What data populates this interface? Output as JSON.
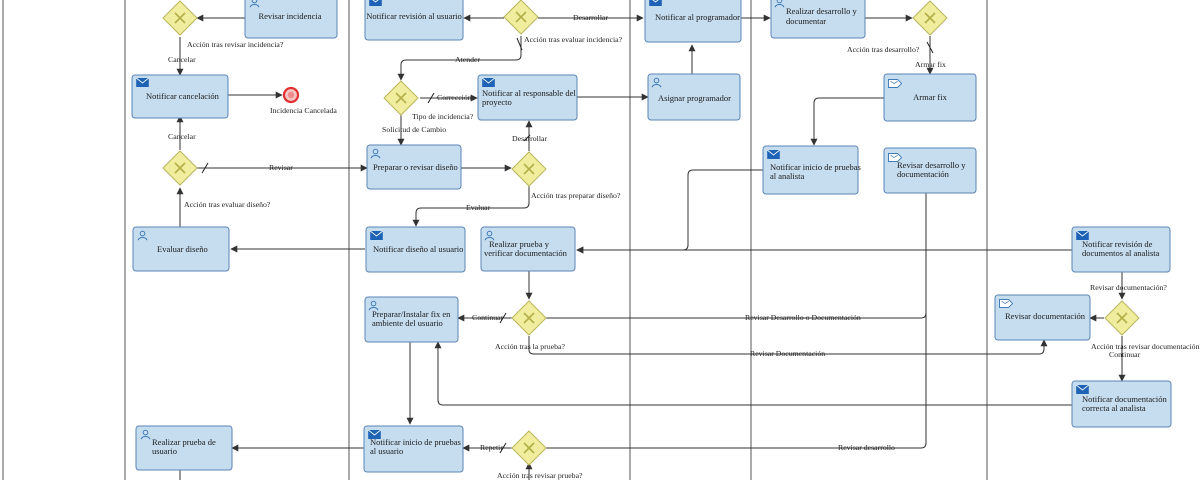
{
  "tasks": {
    "revisar_incidencia": "Revisar incidencia",
    "notificar_revision_usuario": "Notificar revisión al usuario",
    "notificar_programador": "Notificar al programador",
    "realizar_desarrollo_1": "Realizar desarrollo y",
    "realizar_desarrollo_2": "documentar",
    "notificar_cancelacion": "Notificar cancelación",
    "notificar_responsable_1": "Notificar al responsable del",
    "notificar_responsable_2": "proyecto",
    "asignar_programador": "Asignar programador",
    "armar_fix": "Armar fix",
    "preparar_disenio": "Preparar o revisar diseño",
    "notificar_inicio_analista_1": "Notificar inicio de pruebas",
    "notificar_inicio_analista_2": "al analista",
    "revisar_desarrollo_1": "Revisar desarrollo y",
    "revisar_desarrollo_2": "documentación",
    "evaluar_disenio": "Evaluar diseño",
    "notificar_disenio_usuario": "Notificar diseño al usuario",
    "realizar_prueba_verificar_1": "Realizar prueba y",
    "realizar_prueba_verificar_2": "verificar documentación",
    "notificar_revision_docs_1": "Notificar revisión de",
    "notificar_revision_docs_2": "documentos al analista",
    "preparar_fix_1": "Preparar/Instalar fix en",
    "preparar_fix_2": "ambiente del usuario",
    "revisar_documentacion": "Revisar documentación",
    "notificar_doc_correcta_1": "Notificar documentación",
    "notificar_doc_correcta_2": "correcta al analista",
    "realizar_prueba_usuario_1": "Realizar prueba de",
    "realizar_prueba_usuario_2": "usuario",
    "notificar_inicio_usuario_1": "Notificar inicio de pruebas",
    "notificar_inicio_usuario_2": "al usuario"
  },
  "labels": {
    "accion_revisar_incidencia": "Acción tras  revisar incidencia?",
    "cancelar_1": "Cancelar",
    "cancelar_2": "Cancelar",
    "incidencia_cancelada": "Incidencia Cancelada",
    "desarrollar_1": "Desarrollar",
    "accion_evaluar_incidencia": "Acción tras  evaluar incidencia?",
    "atender": "Atender",
    "correccion": "Corrección",
    "tipo_incidencia": "Tipo de incidencia?",
    "solicitud_cambio": "Solicitud de Cambio",
    "desarrollar_2": "Desarrollar",
    "accion_desarrollo": "Acción tras desarrollo?",
    "armar_fix_flow": "Armar fix",
    "revisar": "Revisar",
    "accion_preparar_disenio": "Acción tras preparar diseño?",
    "accion_evaluar_disenio": "Acción tras evaluar diseño?",
    "evaluar": "Evaluar",
    "revisar_documentacion_q": "Revisar documentación?",
    "continuar_1": "Continuar",
    "revisar_desarrollo_o_doc": "Revisar Desarrollo o Documentación",
    "accion_prueba": "Acción tras la prueba?",
    "revisar_documentacion_flow": "Revisar Documentación",
    "accion_revisar_documentacion": "Acción  tras revisar  documentación?",
    "continuar_2": "Continuar",
    "repetir": "Repetir",
    "revisar_desarrollo_flow": "Revisar desarrollo",
    "accion_revisar_prueba": "Acción tras revisar prueba?"
  },
  "colors": {
    "task_fill": "#c6ddef",
    "task_stroke": "#5b86b5",
    "gateway_fill": "#f0ee9e",
    "end_event": "#e03030",
    "icon_blue": "#1f63b6"
  }
}
